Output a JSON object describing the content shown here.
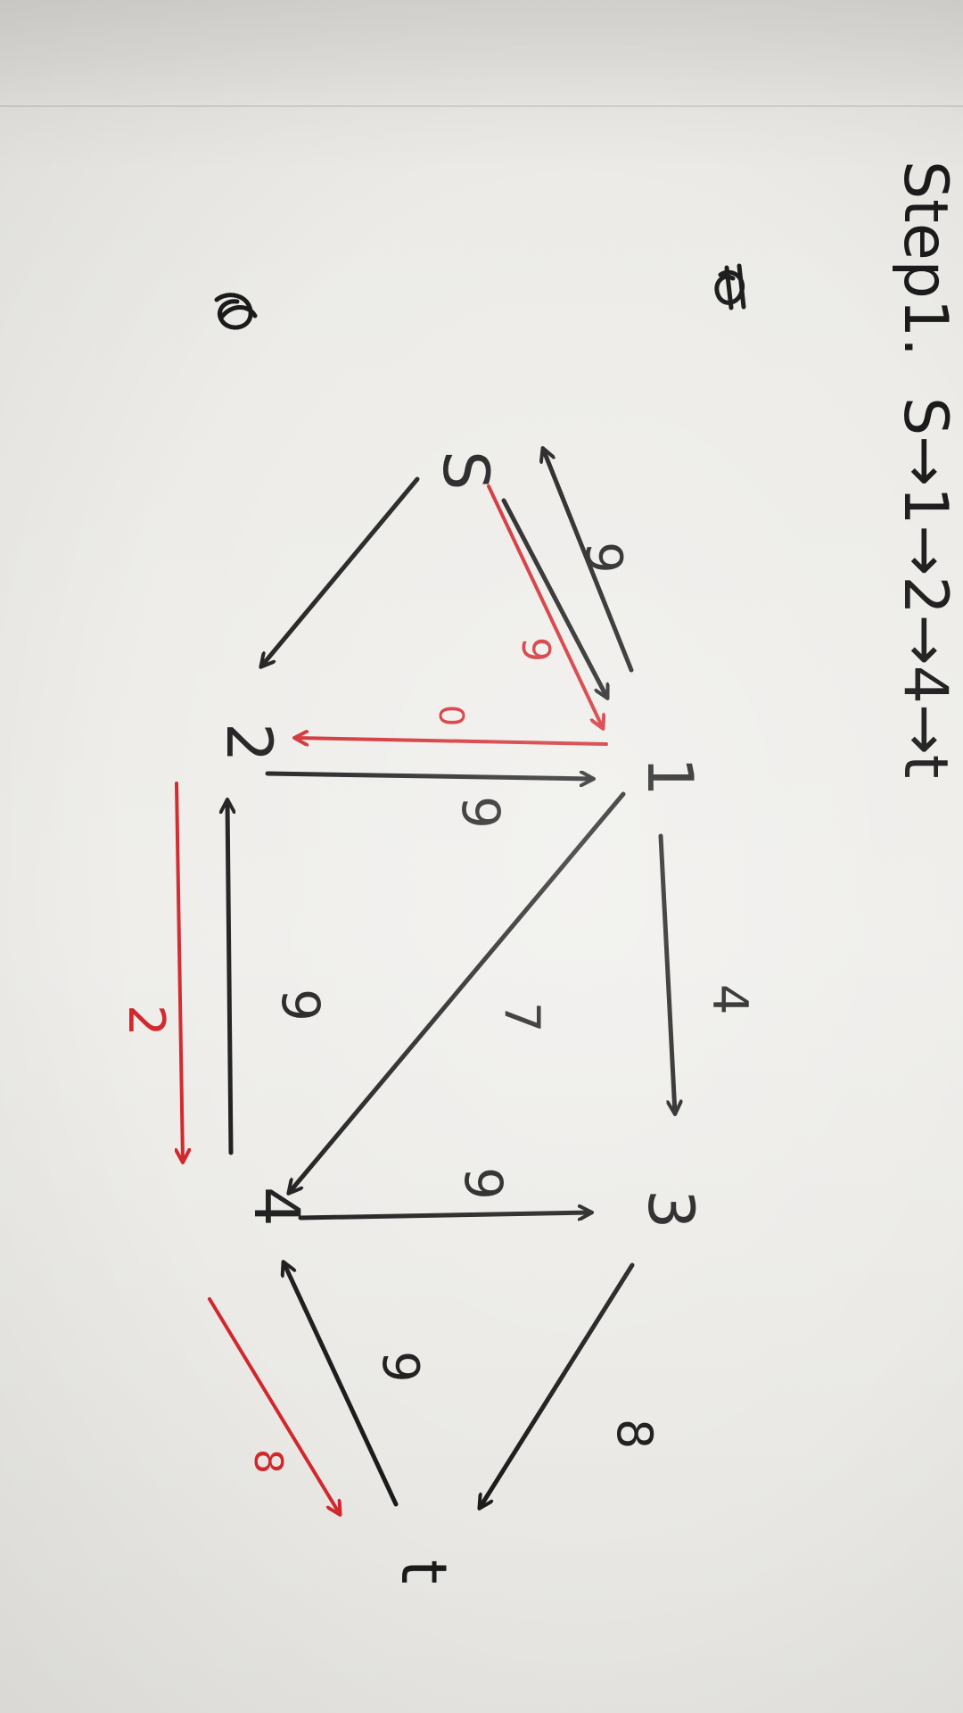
{
  "heading": {
    "step_label": "Step1.",
    "path": "S→1→2→4→t"
  },
  "nodes": {
    "s": "S",
    "n1": "1",
    "n2": "2",
    "n3": "3",
    "n4": "4",
    "t": "t"
  },
  "edges": {
    "s_1": "9",
    "s_1_red": "9",
    "n1_2": "9",
    "n1_2_red": "0",
    "n1_3": "4",
    "n1_4": "7",
    "n2_4": "9",
    "n4_2_red": "2",
    "n3_4": "9",
    "n3_t": "8",
    "t_4": "9",
    "n4_t_red": "8"
  },
  "colors": {
    "ink": "#1b1b1b",
    "red_ink": "#d1282d",
    "paper": "#efeeeb"
  }
}
